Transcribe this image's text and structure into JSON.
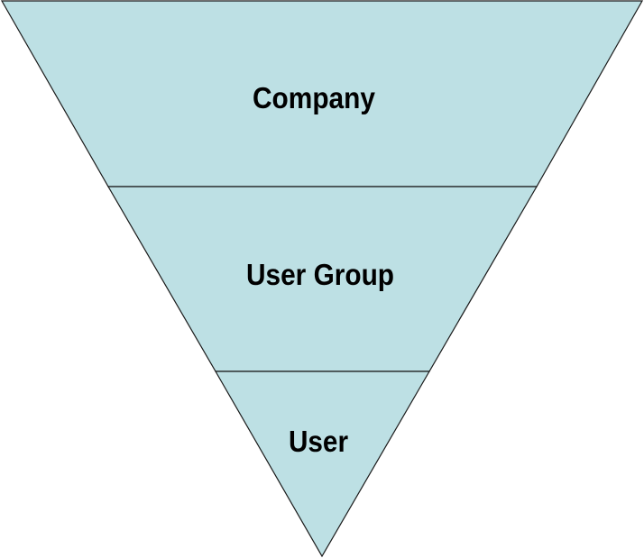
{
  "diagram": {
    "levels": [
      {
        "label": "Company"
      },
      {
        "label": "User Group"
      },
      {
        "label": "User"
      }
    ],
    "colors": {
      "fill": "#bde0e4",
      "outline": "#1a1a1a",
      "text": "#000000"
    }
  }
}
